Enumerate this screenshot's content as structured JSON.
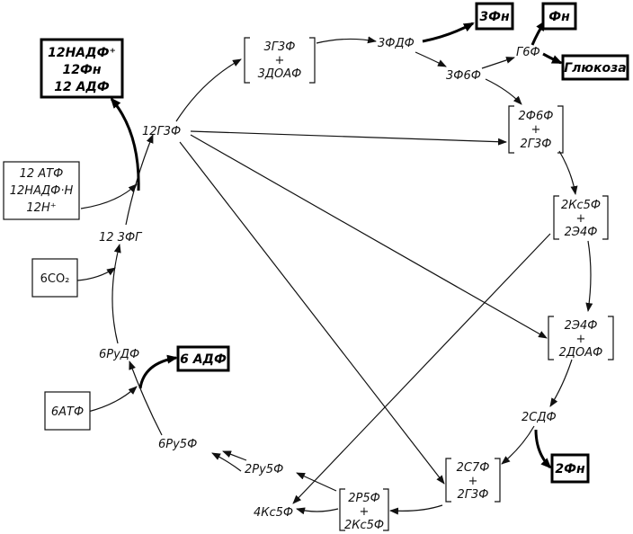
{
  "nodes": {
    "g3f_doaf": [
      "3Г3Ф",
      "+",
      "3ДОАФ"
    ],
    "fdf": "3ФДФ",
    "f6f3": "3Ф6Ф",
    "g6f": "Г6Ф",
    "f6f_g3f": [
      "2Ф6Ф",
      "+",
      "2Г3Ф"
    ],
    "kc5f_e4f": [
      "2Кс5Ф",
      "+",
      "2Э4Ф"
    ],
    "e4f_doaf": [
      "2Э4Ф",
      "+",
      "2ДОАФ"
    ],
    "sdf": "2СДФ",
    "c7f_g3f": [
      "2С7Ф",
      "+",
      "2Г3Ф"
    ],
    "r5f_kc5f": [
      "2Р5Ф",
      "+",
      "2Кс5Ф"
    ],
    "kc5f4": "4Кс5Ф",
    "ru5f2": "2Ру5Ф",
    "ru5f6": "6Ру5Ф",
    "rudf": "6РуДФ",
    "fg": "12 3ФГ",
    "g3f12": "12Г3Ф"
  },
  "boxes": {
    "f3": "3Фн",
    "fn": "Фн",
    "glucose": "Глюкоза",
    "fn2": "2Фн",
    "adf6": "6 АДФ",
    "atf6": "6АТФ",
    "co2": "6CO₂",
    "inputs": [
      "12 АТФ",
      "12НАДФ·Н",
      "12Н⁺"
    ],
    "outputs": [
      "12НАДФ⁺",
      "12Фн",
      "12 АДФ"
    ]
  }
}
